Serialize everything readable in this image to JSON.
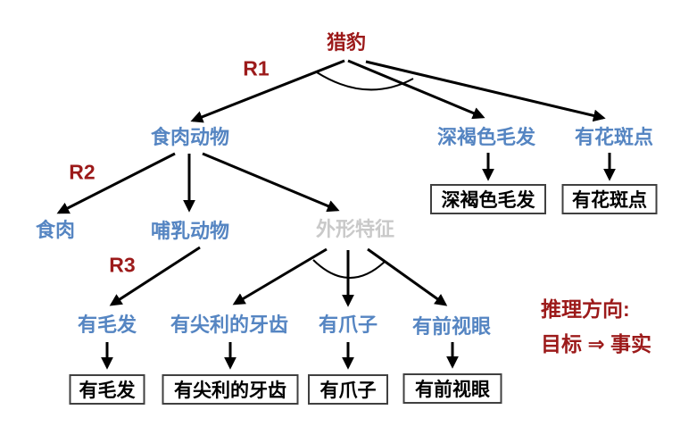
{
  "diagram_title": "backward-chaining inference tree",
  "colors": {
    "goal_red": "#9C1A1A",
    "derived_blue": "#5585C2",
    "inactive_gray": "#C9C9C9",
    "edge_black": "#000000",
    "legend_red": "#9C1A1A",
    "fact_box_border": "#404040"
  },
  "nodes": {
    "cheetah": {
      "label": "猎豹"
    },
    "carnivore": {
      "label": "食肉动物"
    },
    "dark_brown_fur": {
      "label": "深褐色毛发"
    },
    "spots": {
      "label": "有花斑点"
    },
    "eats_meat": {
      "label": "食肉"
    },
    "mammal": {
      "label": "哺乳动物"
    },
    "appearance": {
      "label": "外形特征"
    },
    "has_fur": {
      "label": "有毛发"
    },
    "sharp_teeth": {
      "label": "有尖利的牙齿"
    },
    "claws": {
      "label": "有爪子"
    },
    "forward_eyes": {
      "label": "有前视眼"
    }
  },
  "rules": {
    "r1": "R1",
    "r2": "R2",
    "r3": "R3"
  },
  "facts": {
    "dark_brown_fur": "深褐色毛发",
    "spots": "有花斑点",
    "has_fur": "有毛发",
    "sharp_teeth": "有尖利的牙齿",
    "claws": "有爪子",
    "forward_eyes": "有前视眼"
  },
  "edges": [
    {
      "from": "cheetah",
      "to": "carnivore",
      "rule": "R1"
    },
    {
      "from": "cheetah",
      "to": "dark_brown_fur",
      "rule": "R1"
    },
    {
      "from": "cheetah",
      "to": "spots",
      "rule": "R1"
    },
    {
      "from": "carnivore",
      "to": "eats_meat",
      "rule": "R2"
    },
    {
      "from": "carnivore",
      "to": "mammal",
      "rule": "R2"
    },
    {
      "from": "carnivore",
      "to": "appearance",
      "rule": "R2"
    },
    {
      "from": "mammal",
      "to": "has_fur",
      "rule": "R3"
    },
    {
      "from": "appearance",
      "to": "sharp_teeth"
    },
    {
      "from": "appearance",
      "to": "claws"
    },
    {
      "from": "appearance",
      "to": "forward_eyes"
    },
    {
      "from": "dark_brown_fur",
      "to": "fact:深褐色毛发"
    },
    {
      "from": "spots",
      "to": "fact:有花斑点"
    },
    {
      "from": "has_fur",
      "to": "fact:有毛发"
    },
    {
      "from": "sharp_teeth",
      "to": "fact:有尖利的牙齿"
    },
    {
      "from": "claws",
      "to": "fact:有爪子"
    },
    {
      "from": "forward_eyes",
      "to": "fact:有前视眼"
    }
  ],
  "and_arcs": [
    "cheetah",
    "appearance"
  ],
  "legend": {
    "line1": "推理方向:",
    "line2": "目标 ⇒ 事实"
  }
}
